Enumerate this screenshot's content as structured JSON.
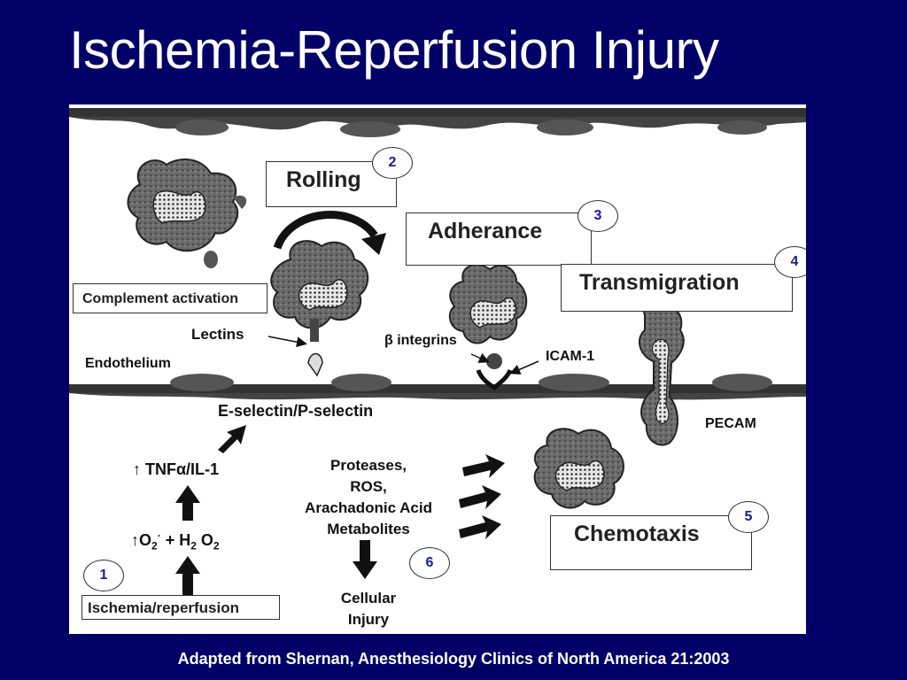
{
  "slide": {
    "title": "Ischemia-Reperfusion Injury",
    "citation": "Adapted from Shernan, Anesthesiology Clinics of North America 21:2003"
  },
  "diagram": {
    "stages": [
      {
        "step": "1",
        "label": "Ischemia/reperfusion"
      },
      {
        "step": "2",
        "label": "Rolling"
      },
      {
        "step": "3",
        "label": "Adherance"
      },
      {
        "step": "4",
        "label": "Transmigration"
      },
      {
        "step": "5",
        "label": "Chemotaxis"
      },
      {
        "step": "6",
        "label": "Cellular Injury"
      }
    ],
    "labels": {
      "complement": "Complement activation",
      "lectins": "Lectins",
      "endothelium": "Endothelium",
      "integrins": "β integrins",
      "icam": "ICAM-1",
      "pecam": "PECAM",
      "selectin": "E-selectin/P-selectin",
      "tnf": "↑ TNFα/IL-1",
      "o2_prefix": "↑O",
      "o2_sub": "2",
      "o2_sup": "·",
      "o2_plus": " + H",
      "h2o2_sub1": "2",
      "h2o2_o": " O",
      "h2o2_sub2": "2",
      "mediators": [
        "Proteases,",
        "ROS,",
        "Arachadonic Acid",
        "Metabolites"
      ],
      "cellular": [
        "Cellular",
        "Injury"
      ]
    }
  },
  "colors": {
    "background": "#000066",
    "figure": "#ffffff",
    "badge_text": "#1a1a99",
    "ink": "#111111"
  }
}
